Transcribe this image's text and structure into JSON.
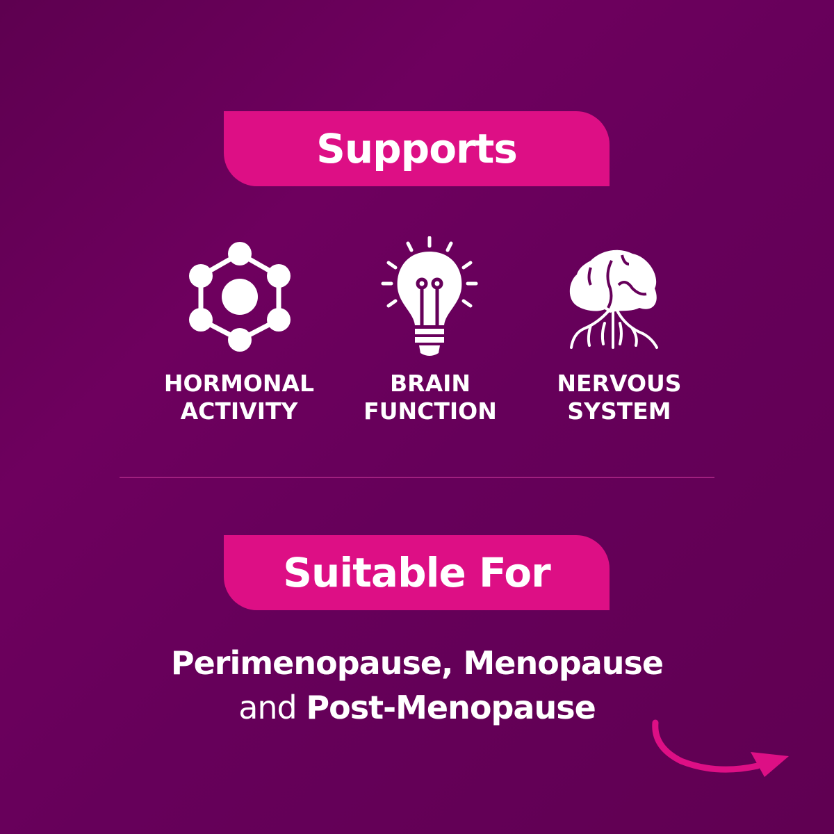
{
  "supports": {
    "title": "Supports",
    "items": [
      {
        "icon": "molecule-icon",
        "line1": "HORMONAL",
        "line2": "ACTIVITY"
      },
      {
        "icon": "lightbulb-icon",
        "line1": "BRAIN",
        "line2": "FUNCTION"
      },
      {
        "icon": "brain-nerves-icon",
        "line1": "NERVOUS",
        "line2": "SYSTEM"
      }
    ]
  },
  "suitable": {
    "title": "Suitable For",
    "line1": "Perimenopause, Menopause",
    "connector": "and",
    "line2_bold": "Post-Menopause"
  },
  "colors": {
    "accent": "#dd0f85",
    "background": "#66005a"
  }
}
